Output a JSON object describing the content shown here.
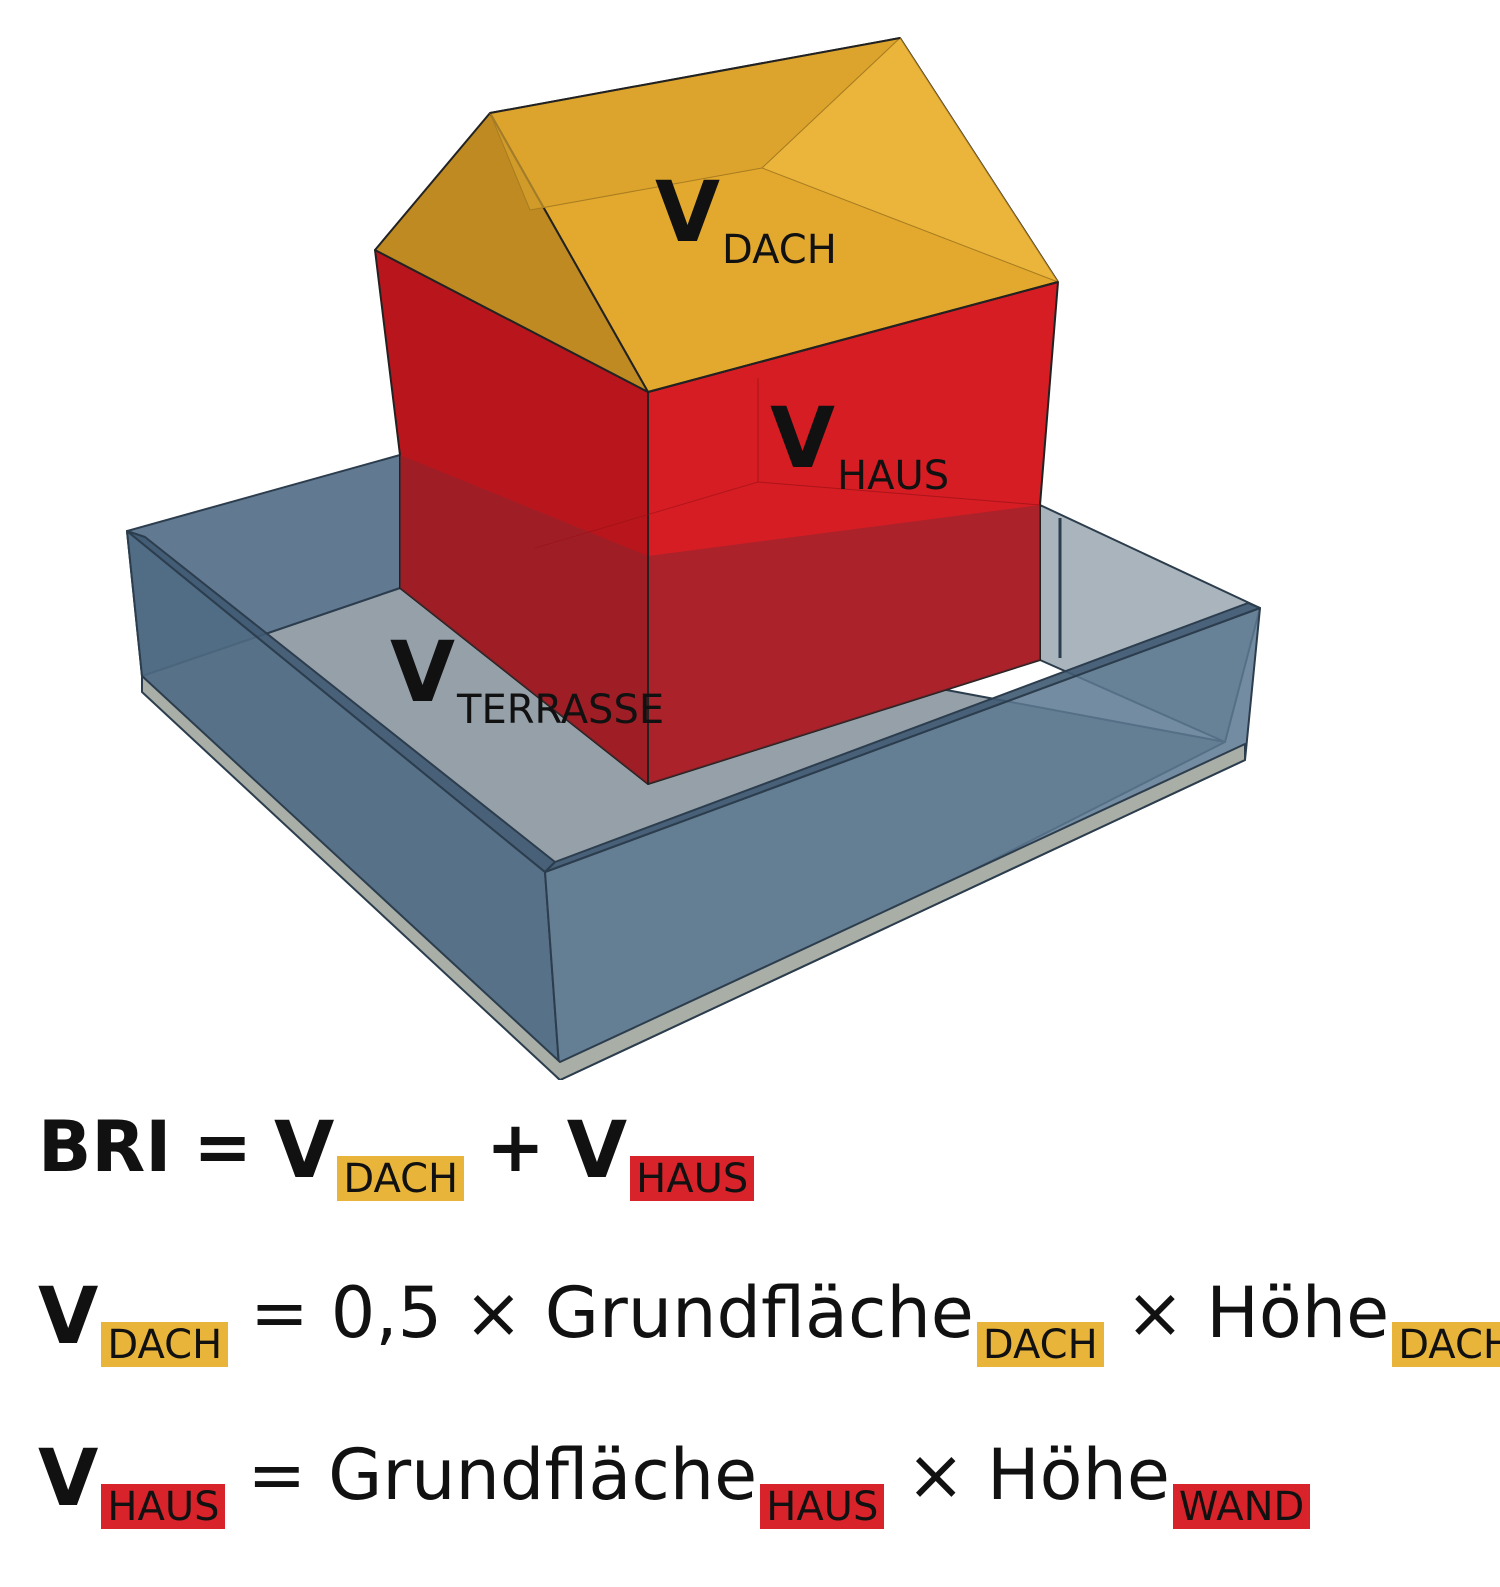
{
  "colors": {
    "dach": "#e3a92e",
    "haus": "#d8232a",
    "terrasse": "#4f6b83",
    "chip_dach": "#e8b53a",
    "chip_haus": "#d8232a"
  },
  "labels": {
    "dach": {
      "main": "V",
      "sub": "DACH"
    },
    "haus": {
      "main": "V",
      "sub": "HAUS"
    },
    "terrasse": {
      "main": "V",
      "sub": "TERRASSE"
    }
  },
  "formulas": {
    "bri": {
      "lhs": "BRI",
      "eq": "=",
      "v1": "V",
      "s1": "DACH",
      "plus": "+",
      "v2": "V",
      "s2": "HAUS"
    },
    "vdach": {
      "v": "V",
      "s": "DACH",
      "eq": "=",
      "factor": "0,5",
      "times1": "×",
      "area": "Grundfläche",
      "s_area": "DACH",
      "times2": "×",
      "height": "Höhe",
      "s_height": "DACH"
    },
    "vhaus": {
      "v": "V",
      "s": "HAUS",
      "eq": "=",
      "area": "Grundfläche",
      "s_area": "HAUS",
      "times": "×",
      "height": "Höhe",
      "s_height": "WAND"
    }
  }
}
